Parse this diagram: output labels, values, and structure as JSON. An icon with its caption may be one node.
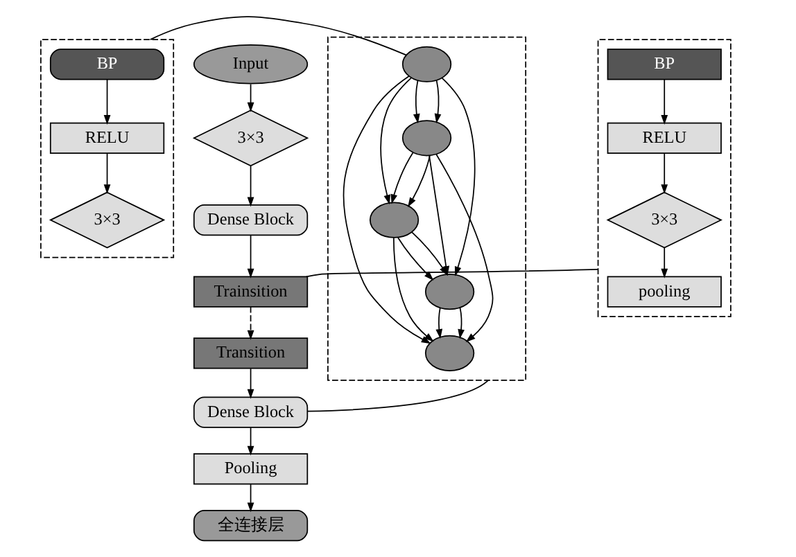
{
  "diagram": {
    "nodes": [
      {
        "text": [],
        "shape": "box"
      },
      {
        "text": [
          "BP"
        ],
        "in": 0
      },
      {
        "text": [
          "RELU"
        ],
        "in": 0
      },
      {
        "text": [
          "3×3"
        ],
        "in": 0
      },
      {
        "text": [
          "Input"
        ]
      },
      {
        "text": [
          "3×3"
        ]
      },
      {
        "text": [
          "Dense Block"
        ]
      },
      {
        "text": [
          "Trainsition"
        ]
      },
      {
        "text": [],
        "shape": "box"
      },
      {
        "text": [
          "BP"
        ],
        "in": 8
      },
      {
        "text": [
          "RELU"
        ],
        "in": 8
      },
      {
        "text": [
          "3×3"
        ],
        "in": 8
      },
      {
        "text": [
          "pooling"
        ],
        "in": 8
      },
      {
        "text": [],
        "shape": "box"
      },
      {
        "text": [],
        "shape": "circle",
        "in": 13
      },
      {
        "text": [],
        "shape": "circle",
        "in": 13
      },
      {
        "text": [],
        "shape": "circle",
        "in": 13
      },
      {
        "text": [],
        "shape": "circle",
        "in": 13
      },
      {
        "text": [],
        "shape": "circle",
        "in": 13
      },
      {
        "text": [
          "Transition"
        ]
      },
      {
        "text": [
          "Dense Block"
        ]
      },
      {
        "text": [
          "Pooling"
        ]
      },
      {
        "text": [
          "全连接层"
        ]
      }
    ],
    "edges": [
      {
        "from": 1,
        "to": 2,
        "arrow": "to"
      },
      {
        "from": 2,
        "to": 3,
        "arrow": "to"
      },
      {
        "from": 4,
        "to": 5,
        "arrow": "to"
      },
      {
        "from": 5,
        "to": 6,
        "arrow": "to"
      },
      {
        "from": 6,
        "to": 7,
        "arrow": "to"
      },
      {
        "from": 7,
        "to": 8,
        "arrow": "none"
      },
      {
        "from": 9,
        "to": 10,
        "arrow": "to"
      },
      {
        "from": 10,
        "to": 11,
        "arrow": "to"
      },
      {
        "from": 11,
        "to": 12,
        "arrow": "to"
      },
      {
        "from": 0,
        "to": 14,
        "arrow": "none"
      },
      {
        "from": 14,
        "to": 15,
        "arrow": "to"
      },
      {
        "from": 15,
        "to": 16,
        "arrow": "to"
      },
      {
        "from": 16,
        "to": 17,
        "arrow": "to"
      },
      {
        "from": 17,
        "to": 18,
        "arrow": "to"
      },
      {
        "from": 14,
        "to": 15,
        "arrow": "to"
      },
      {
        "from": 14,
        "to": 16,
        "arrow": "to"
      },
      {
        "from": 14,
        "to": 17,
        "arrow": "to"
      },
      {
        "from": 14,
        "to": 18,
        "arrow": "to"
      },
      {
        "from": 15,
        "to": 16,
        "arrow": "to"
      },
      {
        "from": 15,
        "to": 17,
        "arrow": "to"
      },
      {
        "from": 15,
        "to": 18,
        "arrow": "to"
      },
      {
        "from": 16,
        "to": 17,
        "arrow": "to"
      },
      {
        "from": 16,
        "to": 18,
        "arrow": "to"
      },
      {
        "from": 17,
        "to": 18,
        "arrow": "to"
      },
      {
        "from": 7,
        "to": 19,
        "arrow": "to",
        "style": "dashed"
      },
      {
        "from": 19,
        "to": 20,
        "arrow": "to"
      },
      {
        "from": 13,
        "to": 20,
        "arrow": "none"
      },
      {
        "from": 20,
        "to": 21,
        "arrow": "to"
      },
      {
        "from": 21,
        "to": 22,
        "arrow": "to"
      }
    ]
  }
}
